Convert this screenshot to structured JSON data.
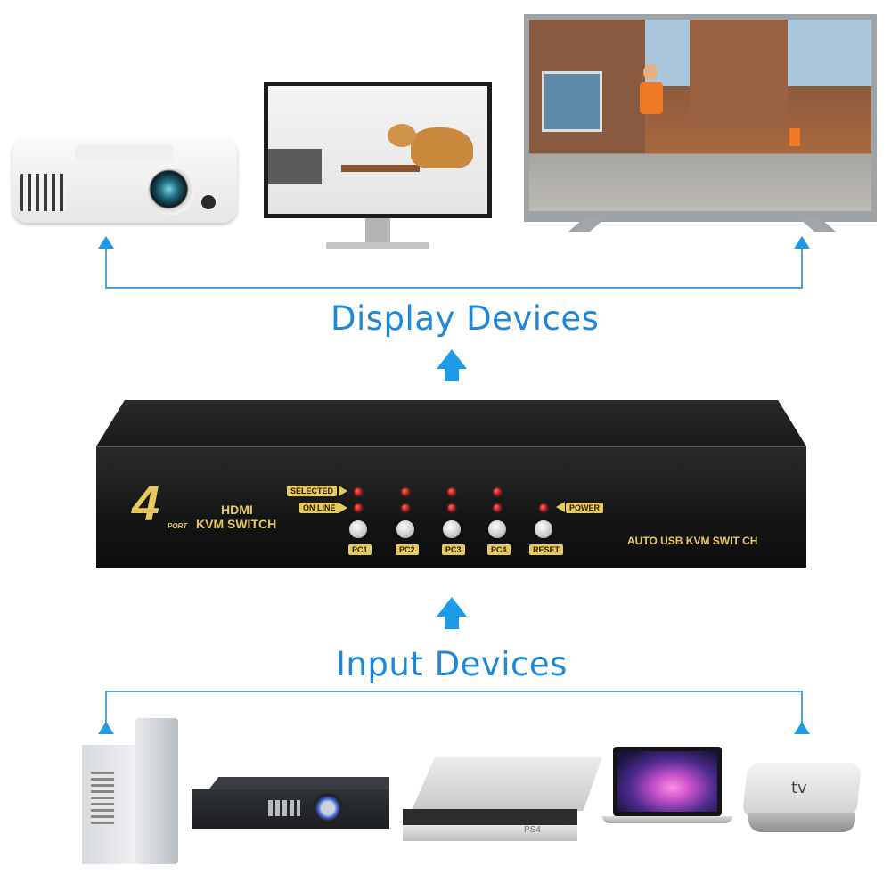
{
  "labels": {
    "display_heading": "Display Devices",
    "input_heading": "Input Devices"
  },
  "kvm": {
    "port_number": "4",
    "port_word": "PORT",
    "hdmi": "HDMI",
    "kvm_switch": "KVM SWITCH",
    "selected": "SELECTED",
    "online": "ON LINE",
    "power": "POWER",
    "buttons": [
      "PC1",
      "PC2",
      "PC3",
      "PC4",
      "RESET"
    ],
    "auto_text": "AUTO USB KVM SWIT CH"
  },
  "devices": {
    "display": [
      "projector-icon",
      "monitor-icon",
      "tv-icon"
    ],
    "input": [
      "desktop-pc-icon",
      "dvr-icon",
      "ps4-icon",
      "laptop-icon",
      "apple-tv-icon"
    ],
    "ps4_text": "PS4",
    "tv_text": "tv"
  },
  "colors": {
    "accent": "#1e88d8",
    "gold": "#e6c95f",
    "led": "#d01818"
  }
}
